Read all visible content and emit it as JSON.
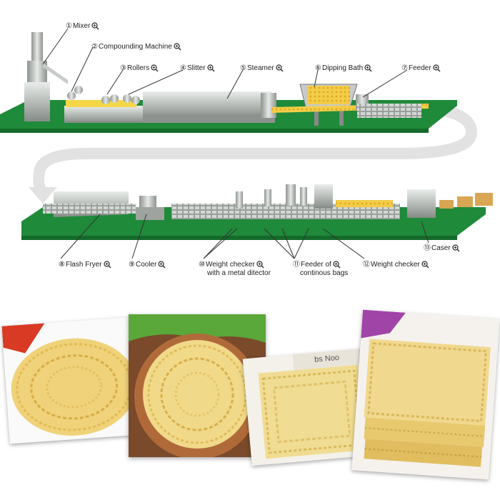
{
  "colors": {
    "floor_green": "#1f8a3a",
    "arrow_gray": "#dcdcdc",
    "machine_gray": "#b9bdb8",
    "noodle_yellow": "#f2d36b"
  },
  "diagram": {
    "zoom_icon": "zoom-in-icon",
    "top_row": [
      {
        "num": "①",
        "label": "Mixer"
      },
      {
        "num": "②",
        "label": "Compounding Machine"
      },
      {
        "num": "③",
        "label": "Rollers"
      },
      {
        "num": "④",
        "label": "Slitter"
      },
      {
        "num": "⑤",
        "label": "Steamer"
      },
      {
        "num": "⑥",
        "label": "Dipping Bath"
      },
      {
        "num": "⑦",
        "label": "Feeder"
      }
    ],
    "bottom_row": [
      {
        "num": "⑧",
        "label": "Flash Fryer"
      },
      {
        "num": "⑨",
        "label": "Cooler"
      },
      {
        "num": "⑩",
        "label": "Weight checker",
        "line2": "with a metal ditector"
      },
      {
        "num": "⑪",
        "label": "Feeder of",
        "line2": "continous bags"
      },
      {
        "num": "⑫",
        "label": "Weight checker"
      },
      {
        "num": "⑬",
        "label": "Caser"
      }
    ]
  },
  "photos": {
    "items": [
      {
        "name": "noodle-photo-round-cake"
      },
      {
        "name": "noodle-photo-plate"
      },
      {
        "name": "noodle-photo-block-package",
        "package_text": "bs Noo"
      },
      {
        "name": "noodle-photo-stacked-blocks"
      }
    ]
  }
}
